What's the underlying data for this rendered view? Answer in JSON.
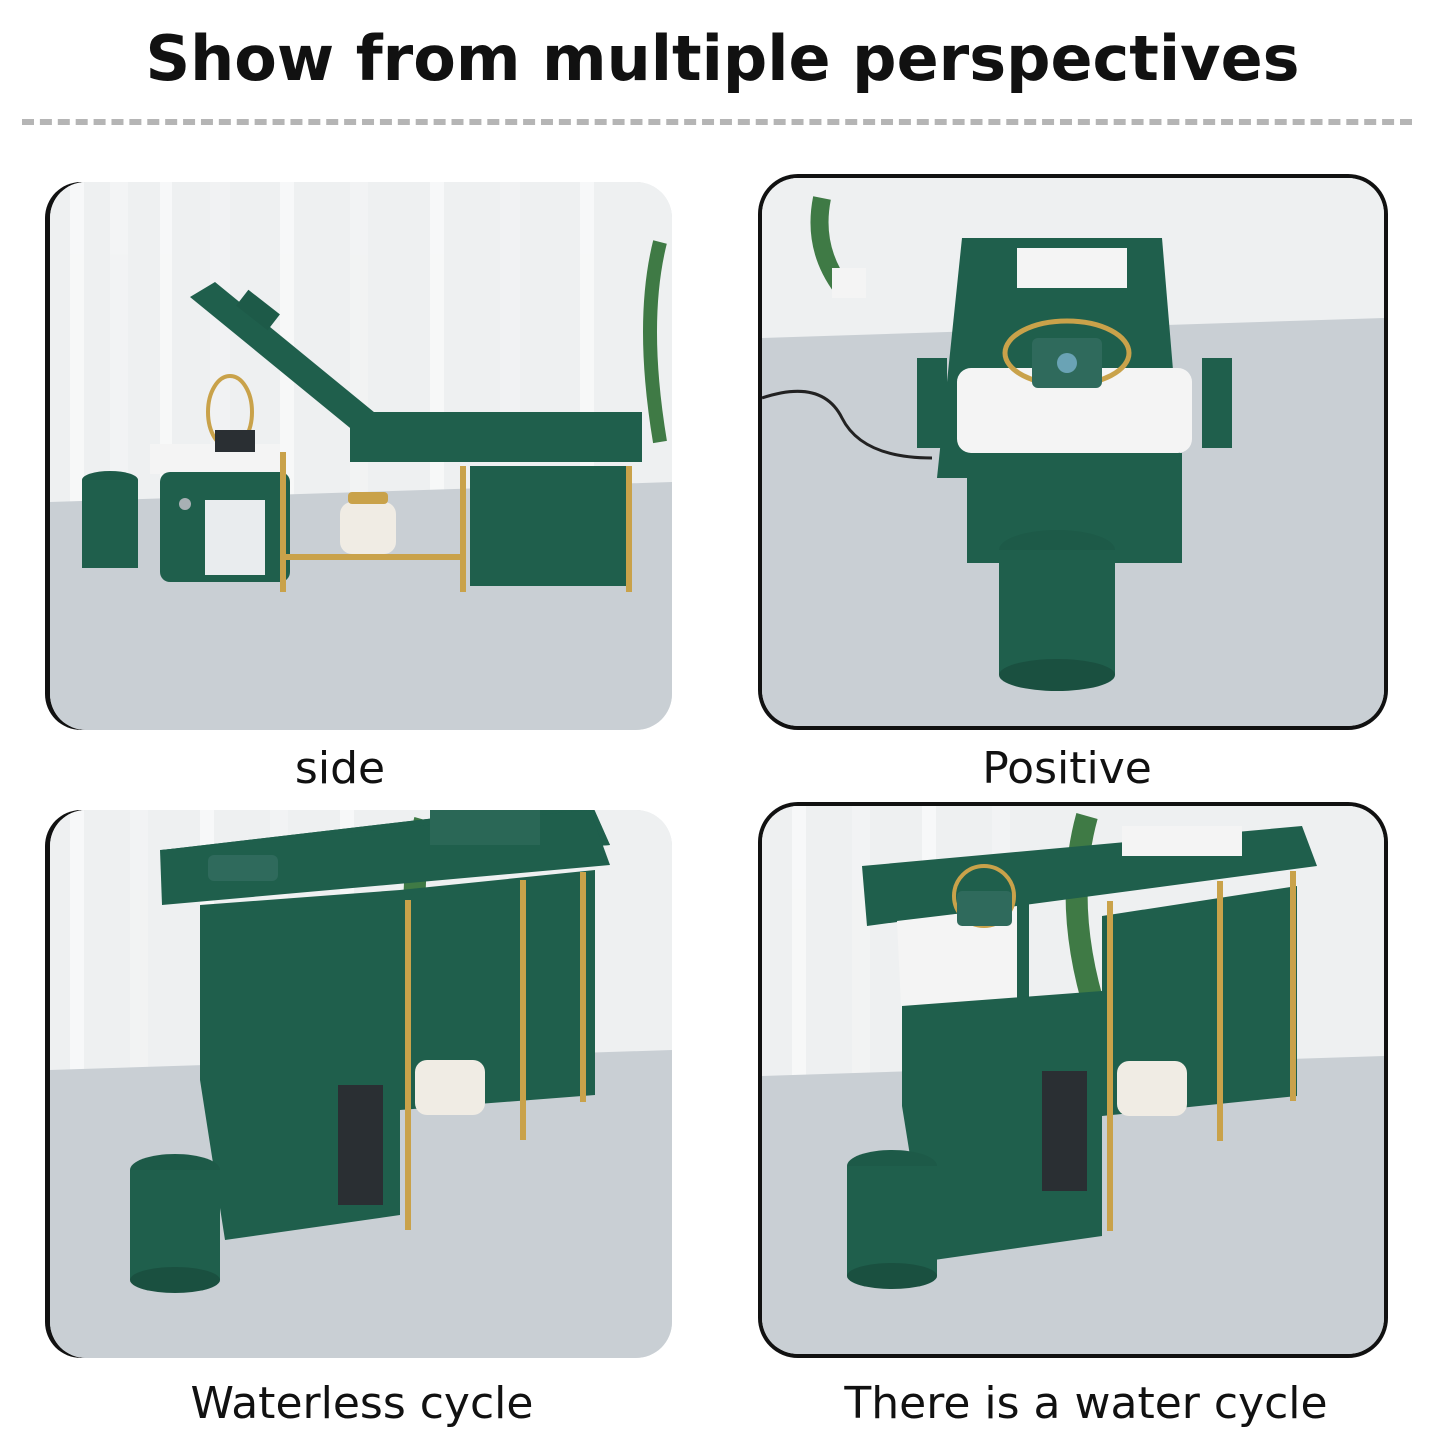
{
  "title": "Show from multiple perspectives",
  "panels": [
    {
      "caption": "side"
    },
    {
      "caption": "Positive"
    },
    {
      "caption": "Waterless cycle"
    },
    {
      "caption": "There is a water cycle"
    }
  ],
  "colors": {
    "bed_green": "#1f5f4c",
    "gold": "#c9a24a",
    "basin_white": "#f4f4f4",
    "floor": "#c9cfd4",
    "wall": "#eef0f1"
  }
}
